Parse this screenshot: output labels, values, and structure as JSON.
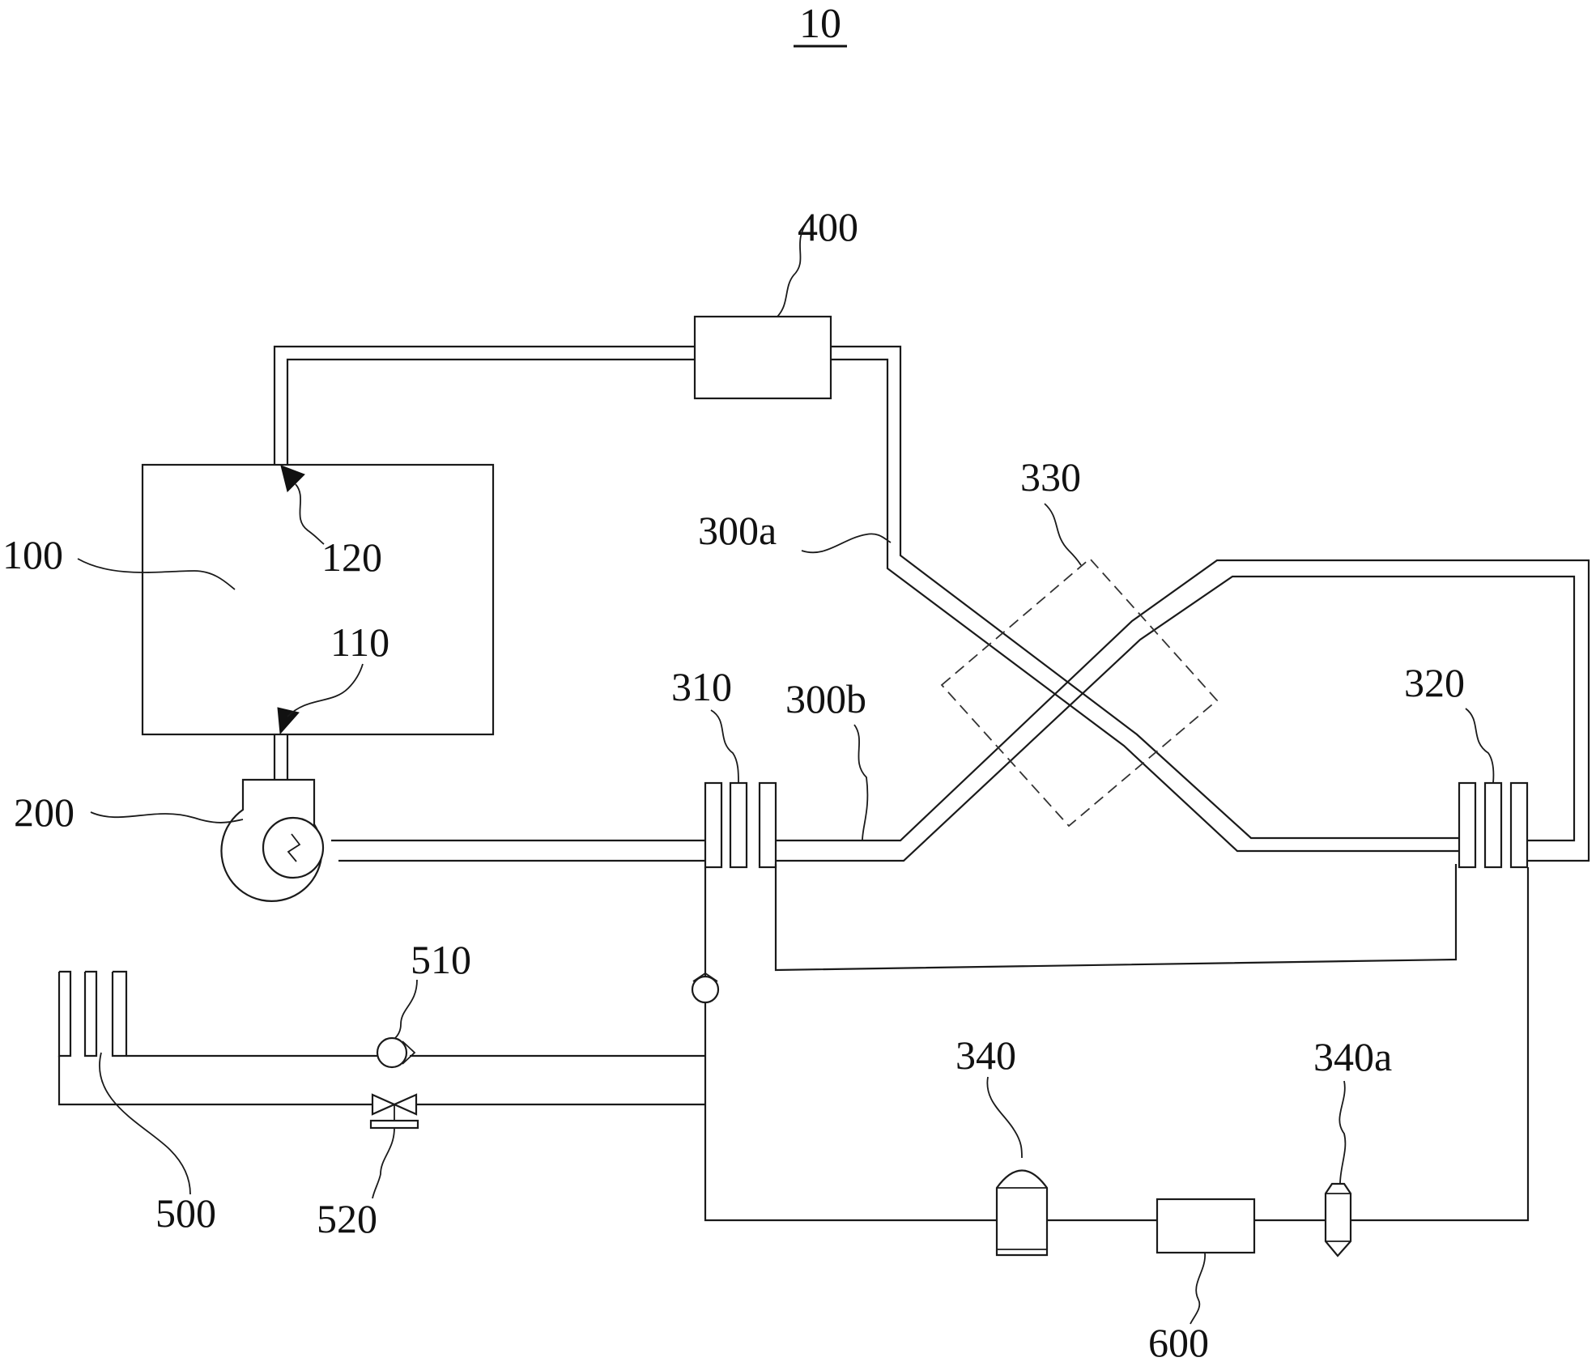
{
  "figure": {
    "title": "10",
    "background": "#ffffff",
    "line_color": "#1a1a1a"
  },
  "components": {
    "tank": "100",
    "tank_outlet": "110",
    "tank_inlet": "120",
    "pump": "200",
    "pipe_a": "300a",
    "pipe_b": "300b",
    "connector_left": "310",
    "connector_right": "320",
    "crossover": "330",
    "filter": "340",
    "filter_part": "340a",
    "top_unit": "400",
    "manifold": "500",
    "check_valve": "510",
    "solenoid_valve": "520",
    "bottom_unit": "600"
  }
}
